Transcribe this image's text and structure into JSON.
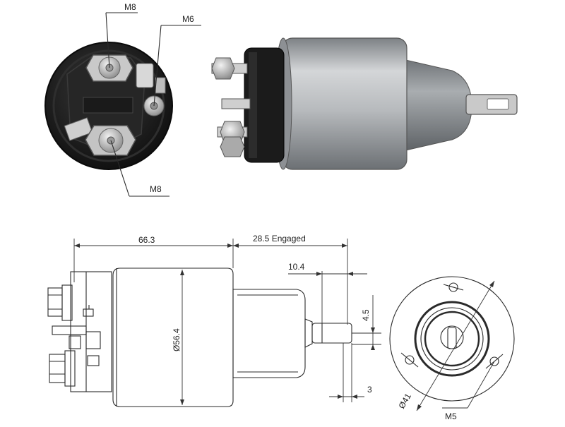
{
  "photo_end_view": {
    "label_top": "M8",
    "label_side": "M6",
    "label_bottom": "M8"
  },
  "drawing": {
    "dim_overall_length": "66.3",
    "dim_stroke": "28.5 Engaged",
    "dim_tab_offset": "10.4",
    "dim_tab_width": "4.5",
    "dim_body_diameter": "Ø56.4",
    "dim_tab_thickness": "3",
    "dim_bolt_circle": "Ø41",
    "dim_mount_thread": "M5"
  },
  "colors": {
    "body_metal": "#b9bcbf",
    "body_dark": "#1c1c1c",
    "line": "#2a2a2a"
  }
}
